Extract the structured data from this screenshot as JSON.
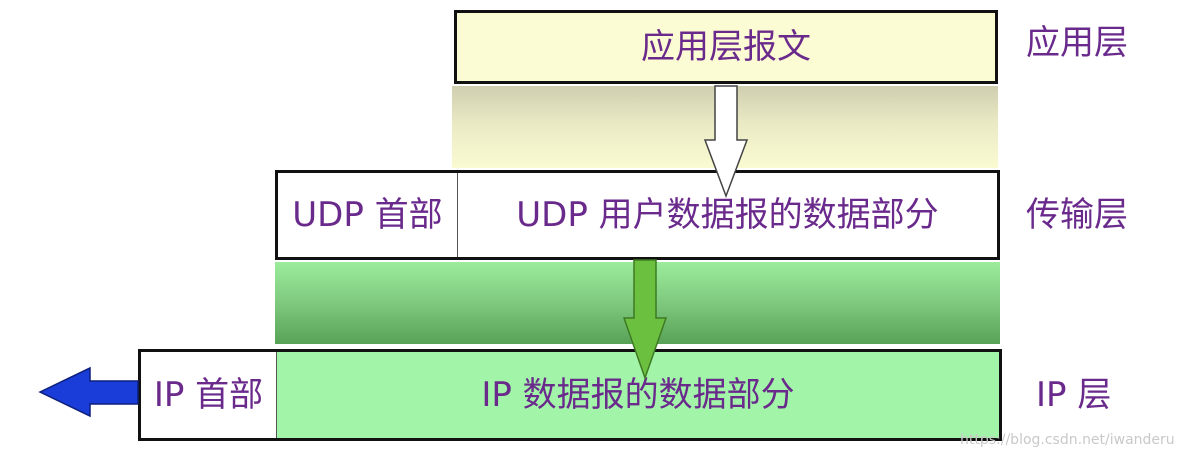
{
  "application": {
    "message": "应用层报文",
    "layer_name": "应用层"
  },
  "transport": {
    "header": "UDP 首部",
    "data": "UDP 用户数据报的数据部分",
    "layer_name": "传输层"
  },
  "network": {
    "header": "IP 首部",
    "data": "IP 数据报的数据部分",
    "layer_name": "IP 层"
  },
  "watermark": "https://blog.csdn.net/iwanderu",
  "colors": {
    "text": "#6a2a8c",
    "app_box": "#fcfcd4",
    "ip_data": "#a2f5a8",
    "green_arrow": "#6cc040",
    "blue_arrow": "#1a3cd8"
  }
}
